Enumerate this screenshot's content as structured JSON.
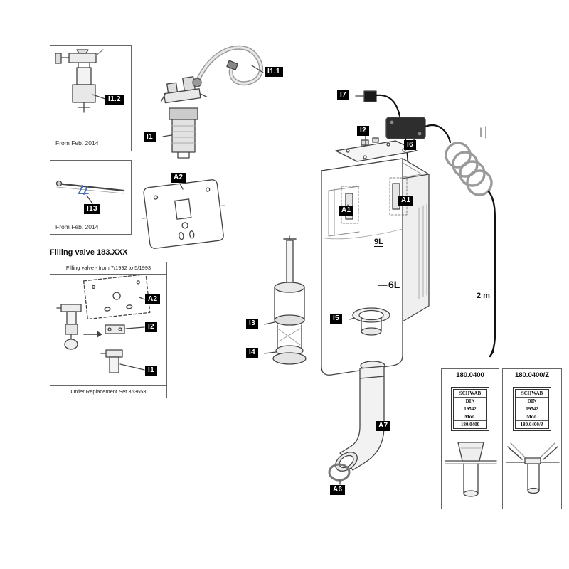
{
  "insets": {
    "fill_valve_2014": {
      "tag": "I1.2",
      "caption": "From Feb. 2014"
    },
    "rod_2014": {
      "tag": "I13",
      "caption": "From Feb. 2014"
    },
    "filling_valve_183": {
      "title": "Filling valve 183.XXX",
      "subtitle": "Filling valve - from 7/1992 to 5/1993",
      "tag_a2": "A2",
      "tag_i2": "I2",
      "tag_i1": "I1",
      "footer": "Order Replacement Set 363653"
    }
  },
  "diagram": {
    "tags": {
      "i1_1": "I1.1",
      "i1": "I1",
      "a2": "A2",
      "i7": "I7",
      "i2": "I2",
      "i6": "I6",
      "a1_left": "A1",
      "a1_right": "A1",
      "i3": "I3",
      "i4": "I4",
      "i5": "I5",
      "a7": "A7",
      "a6": "A6"
    },
    "annotations": {
      "vol_9l": "9L",
      "vol_6l": "6L",
      "cable_length": "2 m"
    }
  },
  "product_boxes": {
    "left": {
      "title": "180.0400",
      "label_lines": [
        "SCHWAB",
        "DIN",
        "19542",
        "Mod.",
        "180.0400"
      ]
    },
    "right": {
      "title": "180.0400/Z",
      "label_lines": [
        "SCHWAB",
        "DIN",
        "19542",
        "Mod.",
        "180.0400/Z"
      ]
    }
  },
  "colors": {
    "tag_bg": "#000000",
    "tag_fg": "#ffffff",
    "line": "#444444",
    "clip_blue": "#4a6fb5"
  }
}
